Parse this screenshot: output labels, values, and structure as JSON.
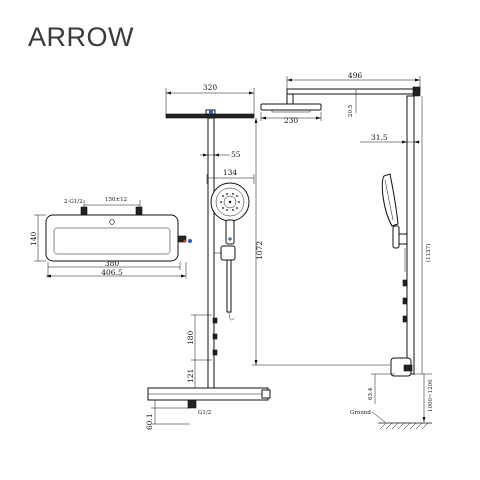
{
  "brand": {
    "name": "ARROW"
  },
  "dimensions": {
    "front_overhead_width": "320",
    "front_offset": "55",
    "handshower_width": "134",
    "side_arm_length": "496",
    "side_arm_height": "20.5",
    "head_diameter": "230",
    "side_wall_offset": "31.5",
    "total_height": "1072",
    "total_height_alt": "(1137)",
    "mixer_thread": "2-G1/2",
    "mixer_spacing": "150±12",
    "mixer_height": "140",
    "mixer_inner_width": "380",
    "mixer_outer_width": "406.5",
    "jet_spacing": "180",
    "lower_spacing": "121",
    "inlet_thread": "G1/2",
    "bottom_height": "60.1",
    "side_bottom": "63.4",
    "install_height": "1000~1200",
    "ground_label": "Ground"
  },
  "colors": {
    "line": "#111111",
    "accent_blue": "#2a5db0",
    "accent_red": "#c0392b"
  }
}
